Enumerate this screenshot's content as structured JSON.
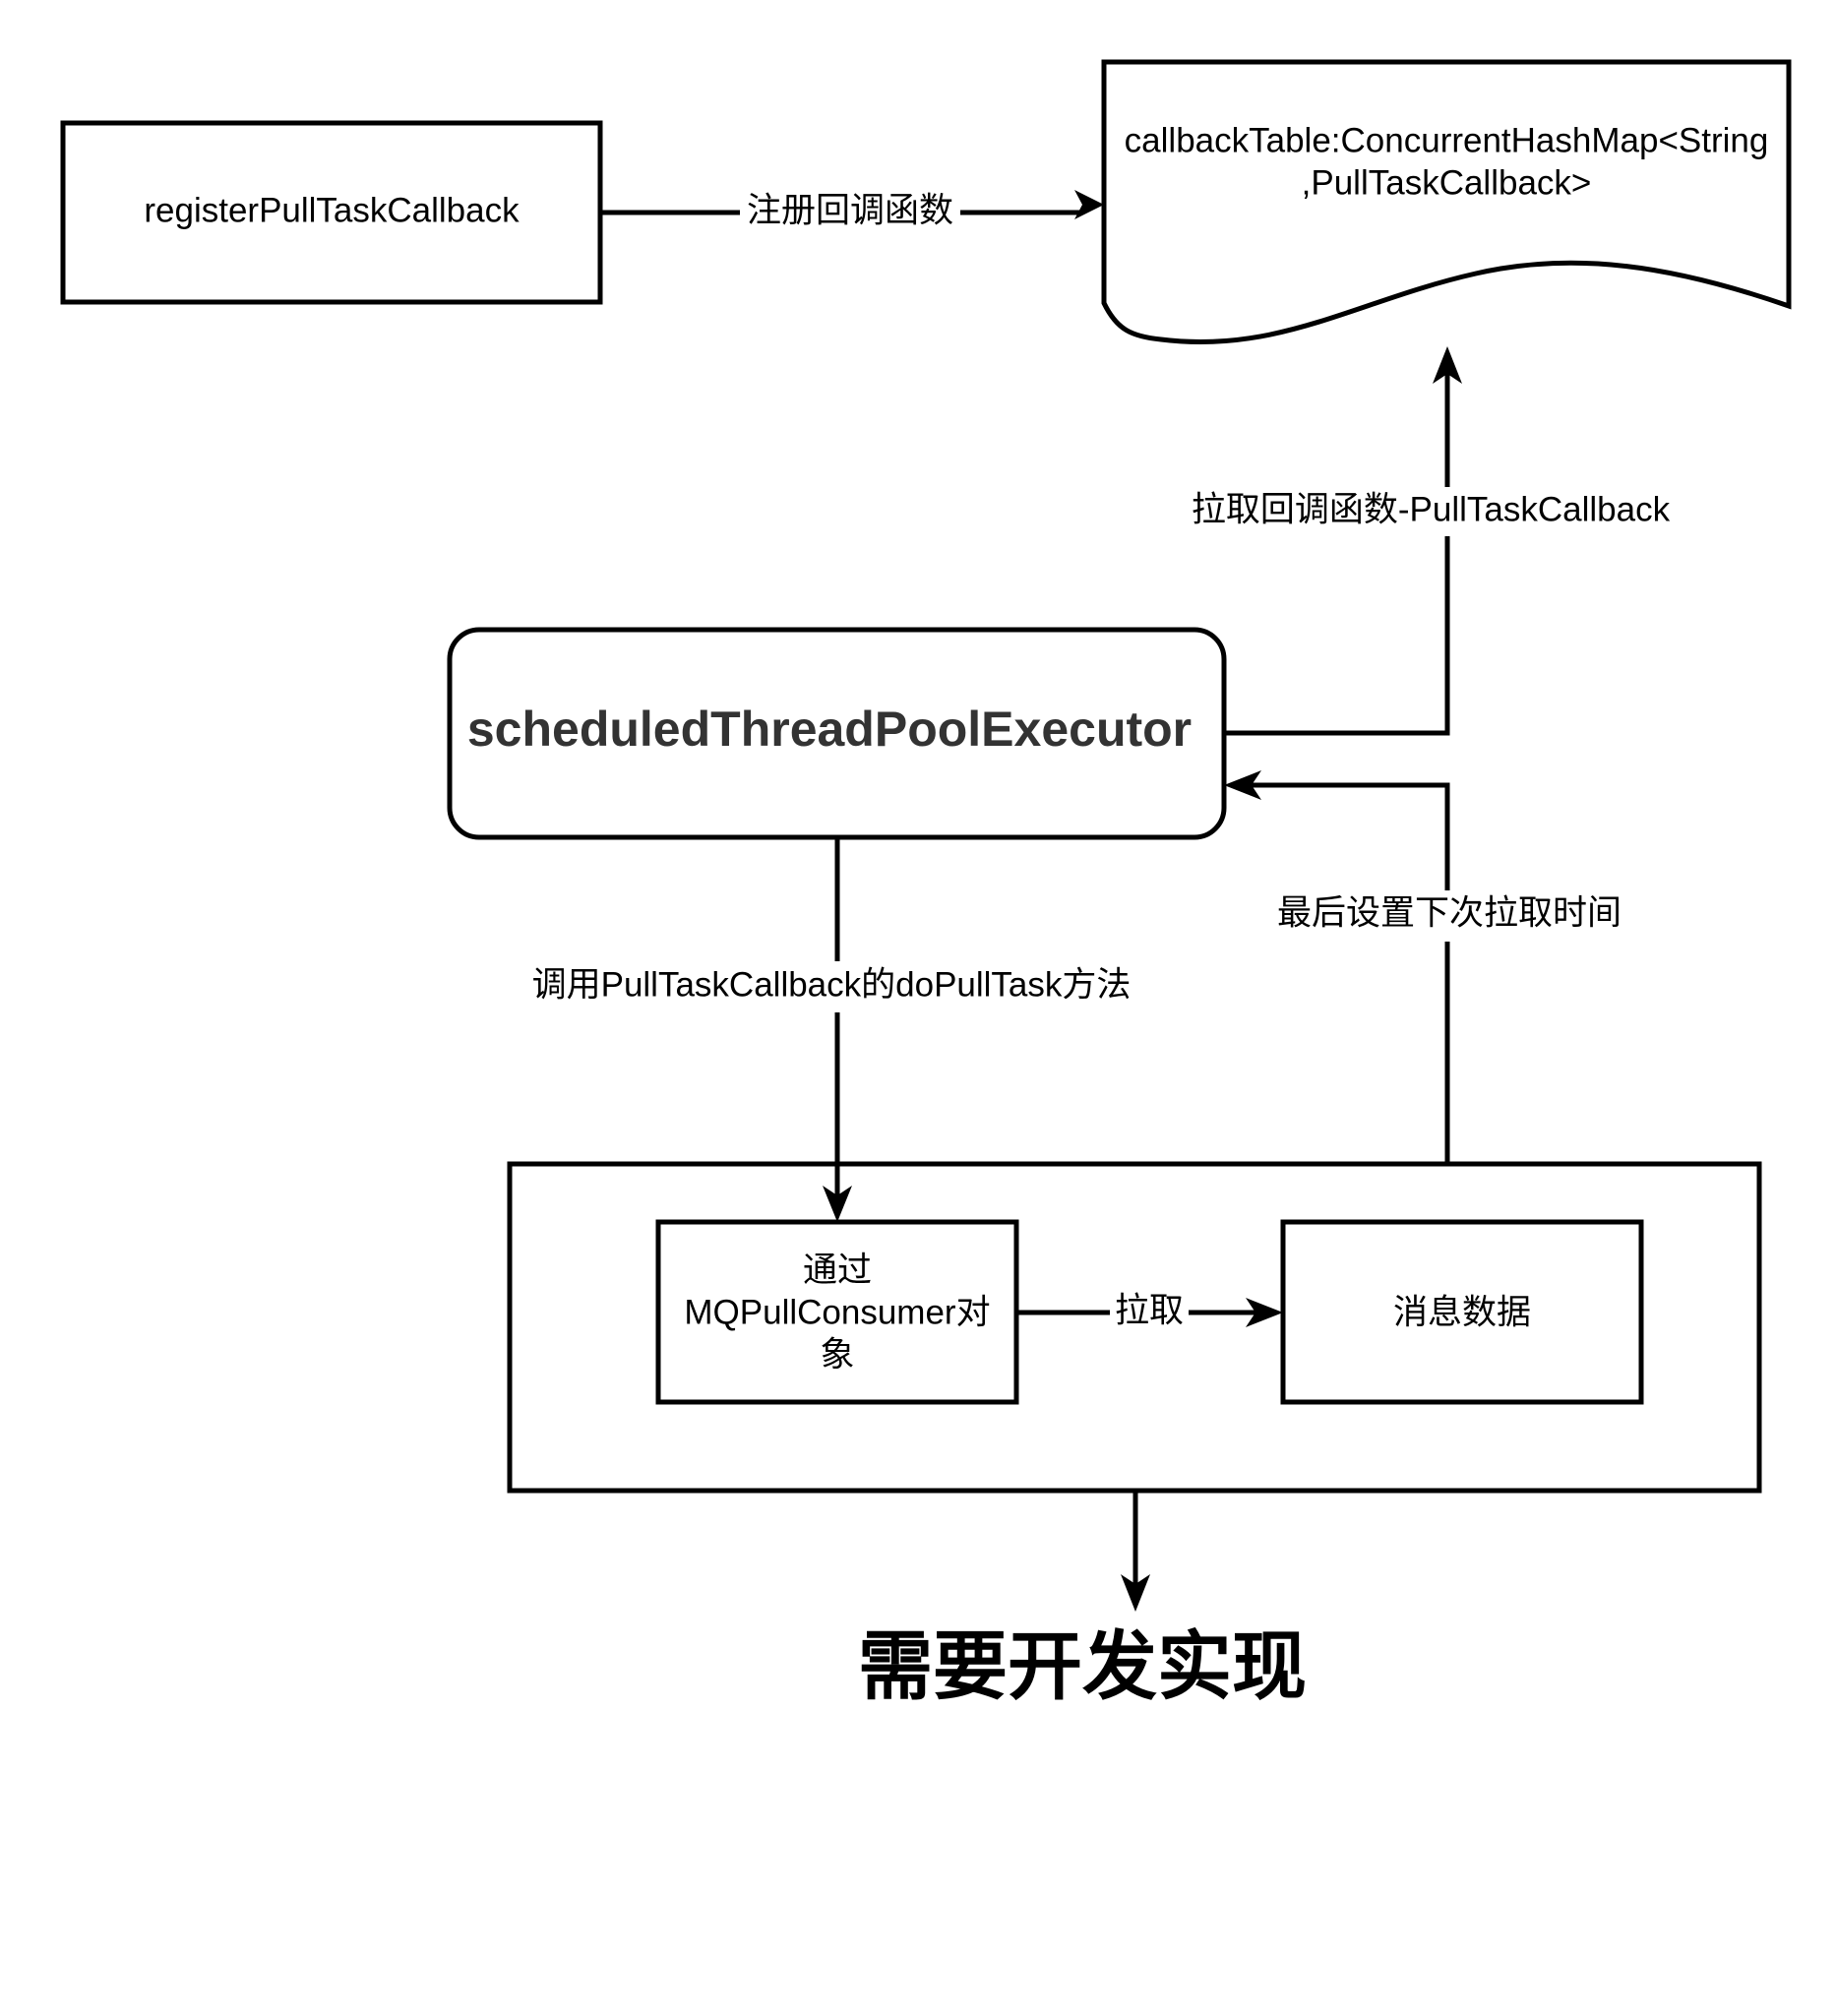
{
  "nodes": {
    "register": {
      "label": "registerPullTaskCallback"
    },
    "callback_table": {
      "line1": "callbackTable:ConcurrentHashMap<String",
      "line2": ",PullTaskCallback>"
    },
    "executor": {
      "label": "scheduledThreadPoolExecutor"
    },
    "consumer": {
      "line1": "通过",
      "line2": "MQPullConsumer对",
      "line3": "象"
    },
    "message": {
      "label": "消息数据"
    }
  },
  "edges": {
    "register_to_table": {
      "label": "注册回调函数"
    },
    "executor_to_table": {
      "label": "拉取回调函数-PullTaskCallback"
    },
    "executor_to_group": {
      "label": "调用PullTaskCallback的doPullTask方法"
    },
    "group_to_executor": {
      "label": "最后设置下次拉取时间"
    },
    "consumer_to_message": {
      "label": "拉取"
    }
  },
  "footer": {
    "label": "需要开发实现"
  }
}
